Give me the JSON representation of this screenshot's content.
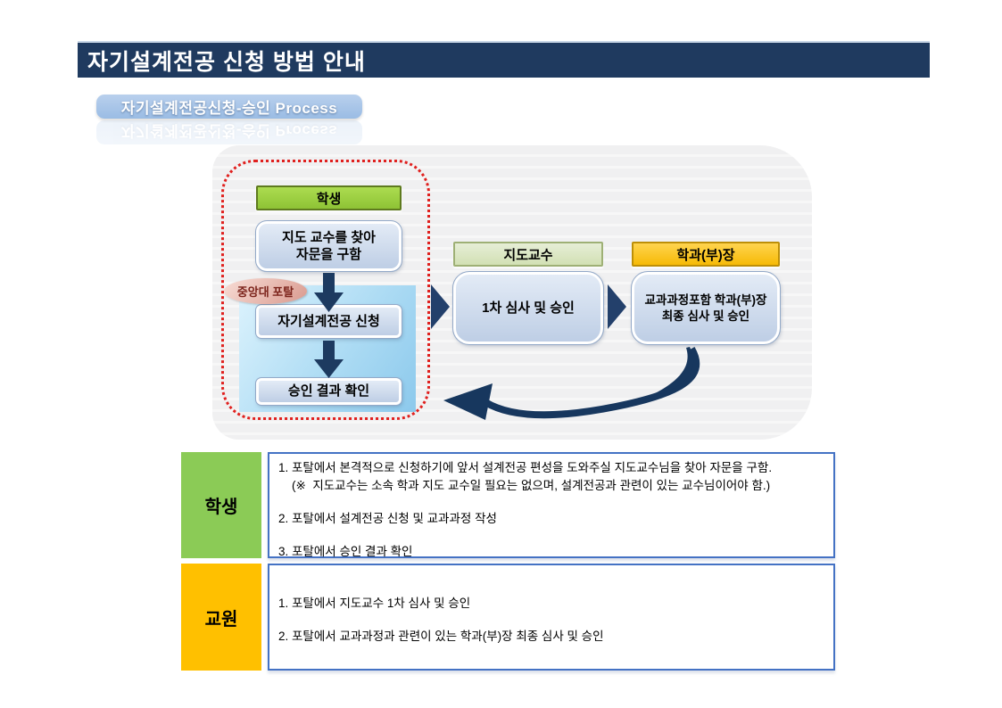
{
  "slide": {
    "title": "자기설계전공 신청 방법 안내",
    "process_label": "자기설계전공신청-승인 Process"
  },
  "flow": {
    "student_header": "학생",
    "consult_box_line1": "지도 교수를 찾아",
    "consult_box_line2": "자문을 구함",
    "portal_badge": "중앙대 포탈",
    "apply_box": "자기설계전공 신청",
    "result_box": "승인 결과 확인",
    "advisor_header": "지도교수",
    "advisor_box": "1차 심사 및 승인",
    "dept_header": "학과(부)장",
    "dept_box_line1": "교과과정포함 학과(부)장",
    "dept_box_line2": "최종 심사 및 승인"
  },
  "tables": {
    "student": {
      "label": "학생",
      "line1": "1. 포탈에서 본격적으로 신청하기에 앞서 설계전공 편성을 도와주실 지도교수님을 찾아 자문을 구함.",
      "line1_note": "    (※  지도교수는 소속 학과 지도 교수일 필요는 없으며, 설계전공과 관련이 있는 교수님이어야 함.)",
      "line2": "2. 포탈에서 설계전공 신청 및 교과과정 작성",
      "line3": "3. 포탈에서 승인 결과 확인"
    },
    "faculty": {
      "label": "교원",
      "line1": "1. 포탈에서 지도교수 1차 심사 및 승인",
      "line2": "2. 포탈에서 교과과정과 관련이 있는 학과(부)장 최종 심사 및 승인"
    }
  },
  "colors": {
    "title_navy": "#1F3A5F",
    "pill_blue": "#A9C6E9",
    "arrow_navy": "#1D3A60",
    "student_lime": "#95CB27",
    "advisor_sage": "#D9E4BF",
    "dept_amber": "#FBC githubD21",
    "step_box_blue": "#C3D2E7",
    "portal_area_blue": "#A6D8F2",
    "portal_badge_pink": "#E7B3AA",
    "dotted_outline_red": "#E0201E",
    "table_green": "#8BCB56",
    "table_orange": "#FFC000",
    "note_border_blue": "#4472C4"
  }
}
